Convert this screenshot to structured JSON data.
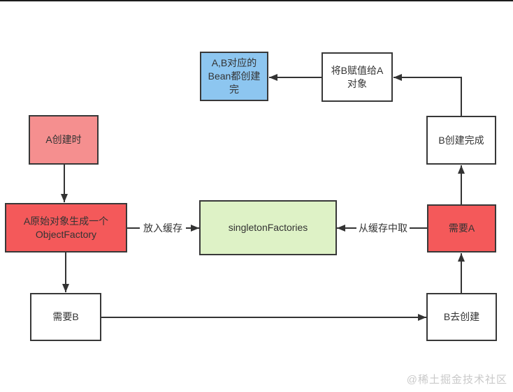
{
  "diagram": {
    "title_hint": "Spring circular dependency / singleton factories cache flow",
    "nodes": {
      "bean_done": "A,B对应的\nBean都创建\n完",
      "assign_b_to_a": "将B赋值给A\n对象",
      "a_create": "A创建时",
      "b_done": "B创建完成",
      "a_factory": "A原始对象生成一个\nObjectFactory",
      "singleton_factories": "singletonFactories",
      "need_a": "需要A",
      "need_b": "需要B",
      "b_create": "B去创建"
    },
    "edge_labels": {
      "put_into_cache": "放入缓存",
      "take_from_cache": "从缓存中取"
    },
    "edges": [
      {
        "from": "a_create",
        "to": "a_factory",
        "label": ""
      },
      {
        "from": "a_factory",
        "to": "singleton_factories",
        "label": "放入缓存"
      },
      {
        "from": "need_a",
        "to": "singleton_factories",
        "label": "从缓存中取"
      },
      {
        "from": "a_factory",
        "to": "need_b",
        "label": ""
      },
      {
        "from": "need_b",
        "to": "b_create",
        "label": ""
      },
      {
        "from": "b_create",
        "to": "need_a",
        "label": ""
      },
      {
        "from": "need_a",
        "to": "b_done",
        "label": ""
      },
      {
        "from": "b_done",
        "to": "assign_b_to_a",
        "label": ""
      },
      {
        "from": "assign_b_to_a",
        "to": "bean_done",
        "label": ""
      }
    ],
    "colors": {
      "node_blue": "#8dc6f0",
      "node_pink": "#f58f8f",
      "node_red": "#f4595a",
      "node_green": "#def2c6",
      "node_white": "#ffffff",
      "border": "#383838",
      "arrow": "#333333",
      "text": "#333333",
      "watermark_text": "#c9c9c9"
    }
  },
  "watermark": "@稀土掘金技术社区"
}
